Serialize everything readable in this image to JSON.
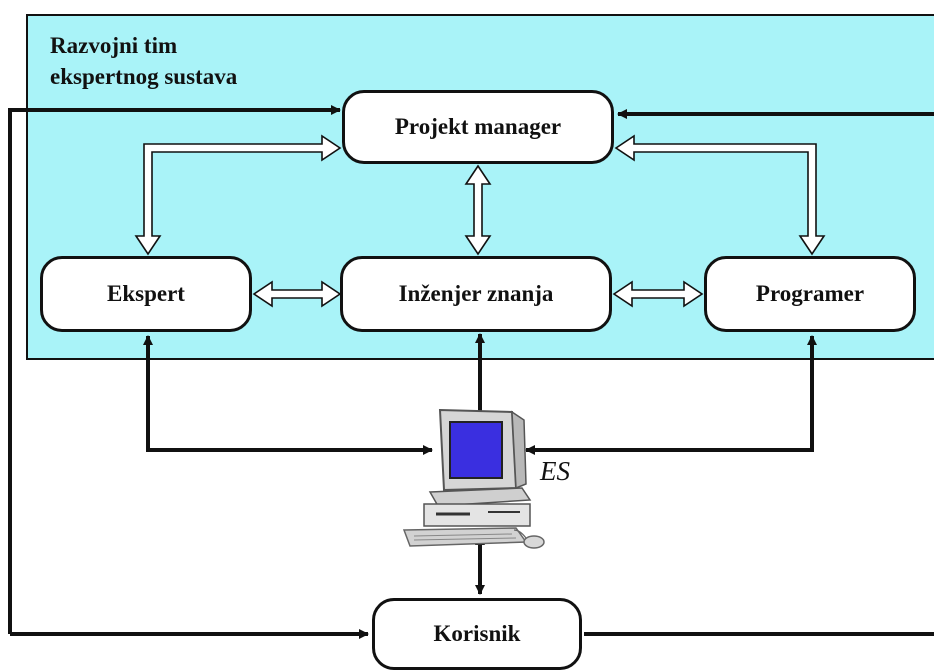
{
  "team": {
    "title": "Razvojni tim\nekspertnog sustava"
  },
  "nodes": {
    "project_manager": "Projekt manager",
    "expert": "Ekspert",
    "knowledge_engineer": "Inženjer znanja",
    "programmer": "Programer",
    "user": "Korisnik"
  },
  "system": {
    "label": "ES",
    "icon": "computer-icon"
  },
  "colors": {
    "team_background": "#a9f3f8",
    "monitor_screen": "#3a2fe0",
    "computer_body": "#d6d6d6"
  }
}
